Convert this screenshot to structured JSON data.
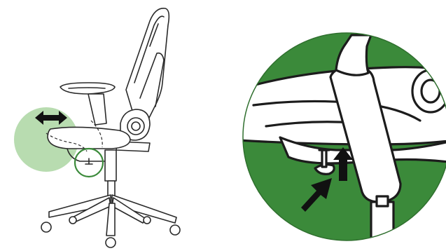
{
  "diagram": {
    "colors": {
      "accent_green": "#3b8a3a",
      "highlight_green": "#b8dcb0",
      "line_ink": "#2a2a2a",
      "arrow_black": "#111111",
      "background": "#ffffff"
    },
    "overview_panel": {
      "subject": "office-chair-side-view",
      "icons": [
        "double-headed-horizontal-arrow-icon",
        "highlight-circle"
      ]
    },
    "detail_panel": {
      "subject": "armrest-adjustment-lever-closeup",
      "icons": [
        "push-arrow-icon",
        "up-arrow-icon"
      ]
    }
  }
}
